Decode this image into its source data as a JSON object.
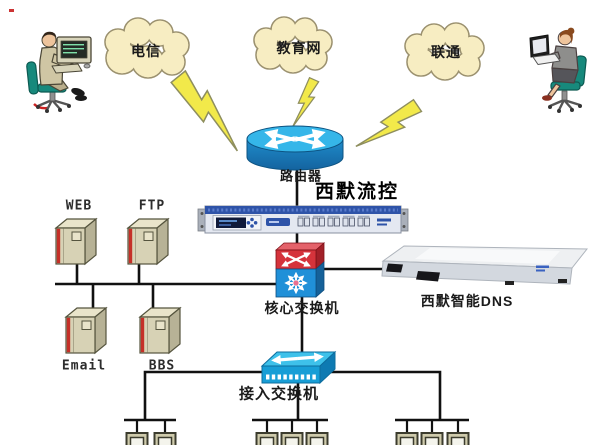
{
  "diagram": {
    "clouds": [
      {
        "id": "telecom",
        "label": "电信"
      },
      {
        "id": "education",
        "label": "教育网"
      },
      {
        "id": "unicom",
        "label": "联通"
      }
    ],
    "router": {
      "label": "路由器"
    },
    "flow_control": {
      "label": "西默流控"
    },
    "core_switch": {
      "label": "核心交换机"
    },
    "smart_dns": {
      "label": "西默智能DNS"
    },
    "access_switch": {
      "label": "接入交换机"
    },
    "servers": [
      {
        "label": "WEB"
      },
      {
        "label": "FTP"
      },
      {
        "label": "Email"
      },
      {
        "label": "BBS"
      }
    ],
    "workstation_groups": [
      {
        "position": "bottom-left",
        "count": 2
      },
      {
        "position": "bottom-center",
        "count": 3
      },
      {
        "position": "bottom-right",
        "count": 3
      }
    ],
    "colors": {
      "cloud_fill": "#f7edc2",
      "cloud_outline": "#9b916f",
      "lightning": "#f2e94a",
      "router_cyan": "#35b6e9",
      "core_switch_red": "#d5333b",
      "core_switch_blue": "#2090d8",
      "access_switch_cyan": "#189ed6",
      "appliance_blue": "#2e53a8",
      "server_beige": "#d7d2b5",
      "server_stripe_red": "#c53028",
      "chair_teal": "#17897c",
      "line": "#111111"
    }
  }
}
